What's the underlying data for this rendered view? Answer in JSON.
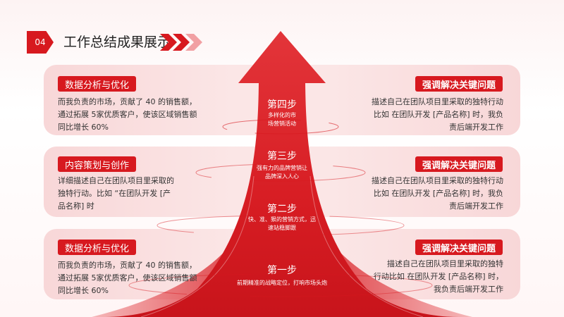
{
  "header": {
    "number": "04",
    "title": "工作总结成果展示"
  },
  "colors": {
    "accent": "#d7191f",
    "panel": "#f8d7d8"
  },
  "rows": [
    {
      "left_tag": "数据分析与优化",
      "left_desc": [
        "而我负责的市场，贡献了 40 的销售额，",
        "通过拓展 5家优质客户，使该区域销售额",
        "同比增长 60%"
      ],
      "right_tag": "强调解决关键问题",
      "right_desc": [
        "描述自己在团队项目里采取的独特行动",
        "比如 在团队开发 [产品名称] 时，我负",
        "责后端开发工作"
      ]
    },
    {
      "left_tag": "内容策划与创作",
      "left_desc": [
        "详细描述自己在团队项目里采取的",
        "独特行动。比如 “在团队开发 [产",
        "品名称] 时"
      ],
      "right_tag": "强调解决关键问题",
      "right_desc": [
        "描述自己在团队项目里采取的独特行动",
        "比如 在团队开发 [产品名称] 时，我负",
        "责后端开发工作"
      ]
    },
    {
      "left_tag": "数据分析与优化",
      "left_desc": [
        "而我负责的市场，贡献了 40 的销售额，",
        "通过拓展 5家优质客户，使该区域销售额",
        "同比增长 60%"
      ],
      "right_tag": "强调解决关键问题",
      "right_desc": [
        "描述自己在团队项目里采取的独特",
        "行动比如 在团队开发 [产品名称] 时，",
        "我负责后端开发工作"
      ]
    }
  ],
  "steps": [
    {
      "title": "第四步",
      "desc": [
        "多样化的市",
        "场营销活动"
      ]
    },
    {
      "title": "第三步",
      "desc": [
        "强有力的品牌营销让",
        "品牌深入人心"
      ]
    },
    {
      "title": "第二步",
      "desc": [
        "快、准、狠的营销方式，迅",
        "速站稳脚跟"
      ]
    },
    {
      "title": "第一步",
      "desc": [
        "前期精准的战略定位，打响市场头炮"
      ]
    }
  ]
}
